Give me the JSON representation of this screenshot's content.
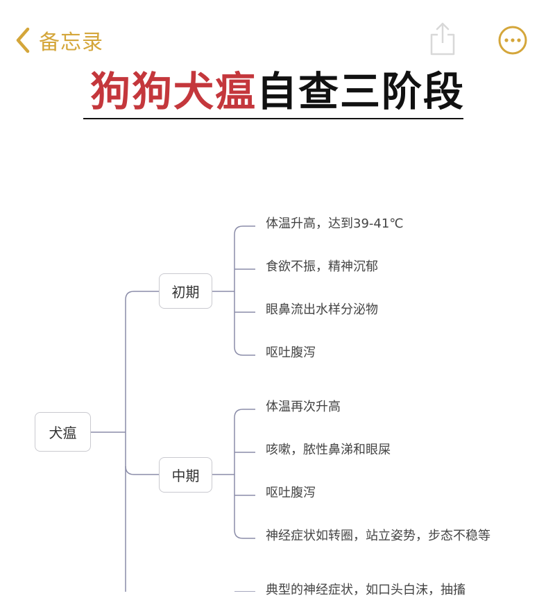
{
  "topbar": {
    "back_label": "备忘录",
    "accent_color": "#D4A63A",
    "icons": [
      "chevron-left-icon",
      "share-icon",
      "more-icon"
    ]
  },
  "title": {
    "part1": "狗狗犬瘟",
    "part2": "自查三阶段",
    "part1_color": "#C4373C",
    "part2_color": "#111111"
  },
  "mindmap": {
    "root": "犬瘟",
    "stages": [
      {
        "label": "初期",
        "items": [
          "体温升高，达到39-41℃",
          "食欲不振，精神沉郁",
          "眼鼻流出水样分泌物",
          "呕吐腹泻"
        ]
      },
      {
        "label": "中期",
        "items": [
          "体温再次升高",
          "咳嗽，脓性鼻涕和眼屎",
          "呕吐腹泻",
          "神经症状如转圈，站立姿势，步态不稳等"
        ]
      }
    ],
    "partial_item": "典型的神经症状，如口头白沫，抽搐"
  }
}
